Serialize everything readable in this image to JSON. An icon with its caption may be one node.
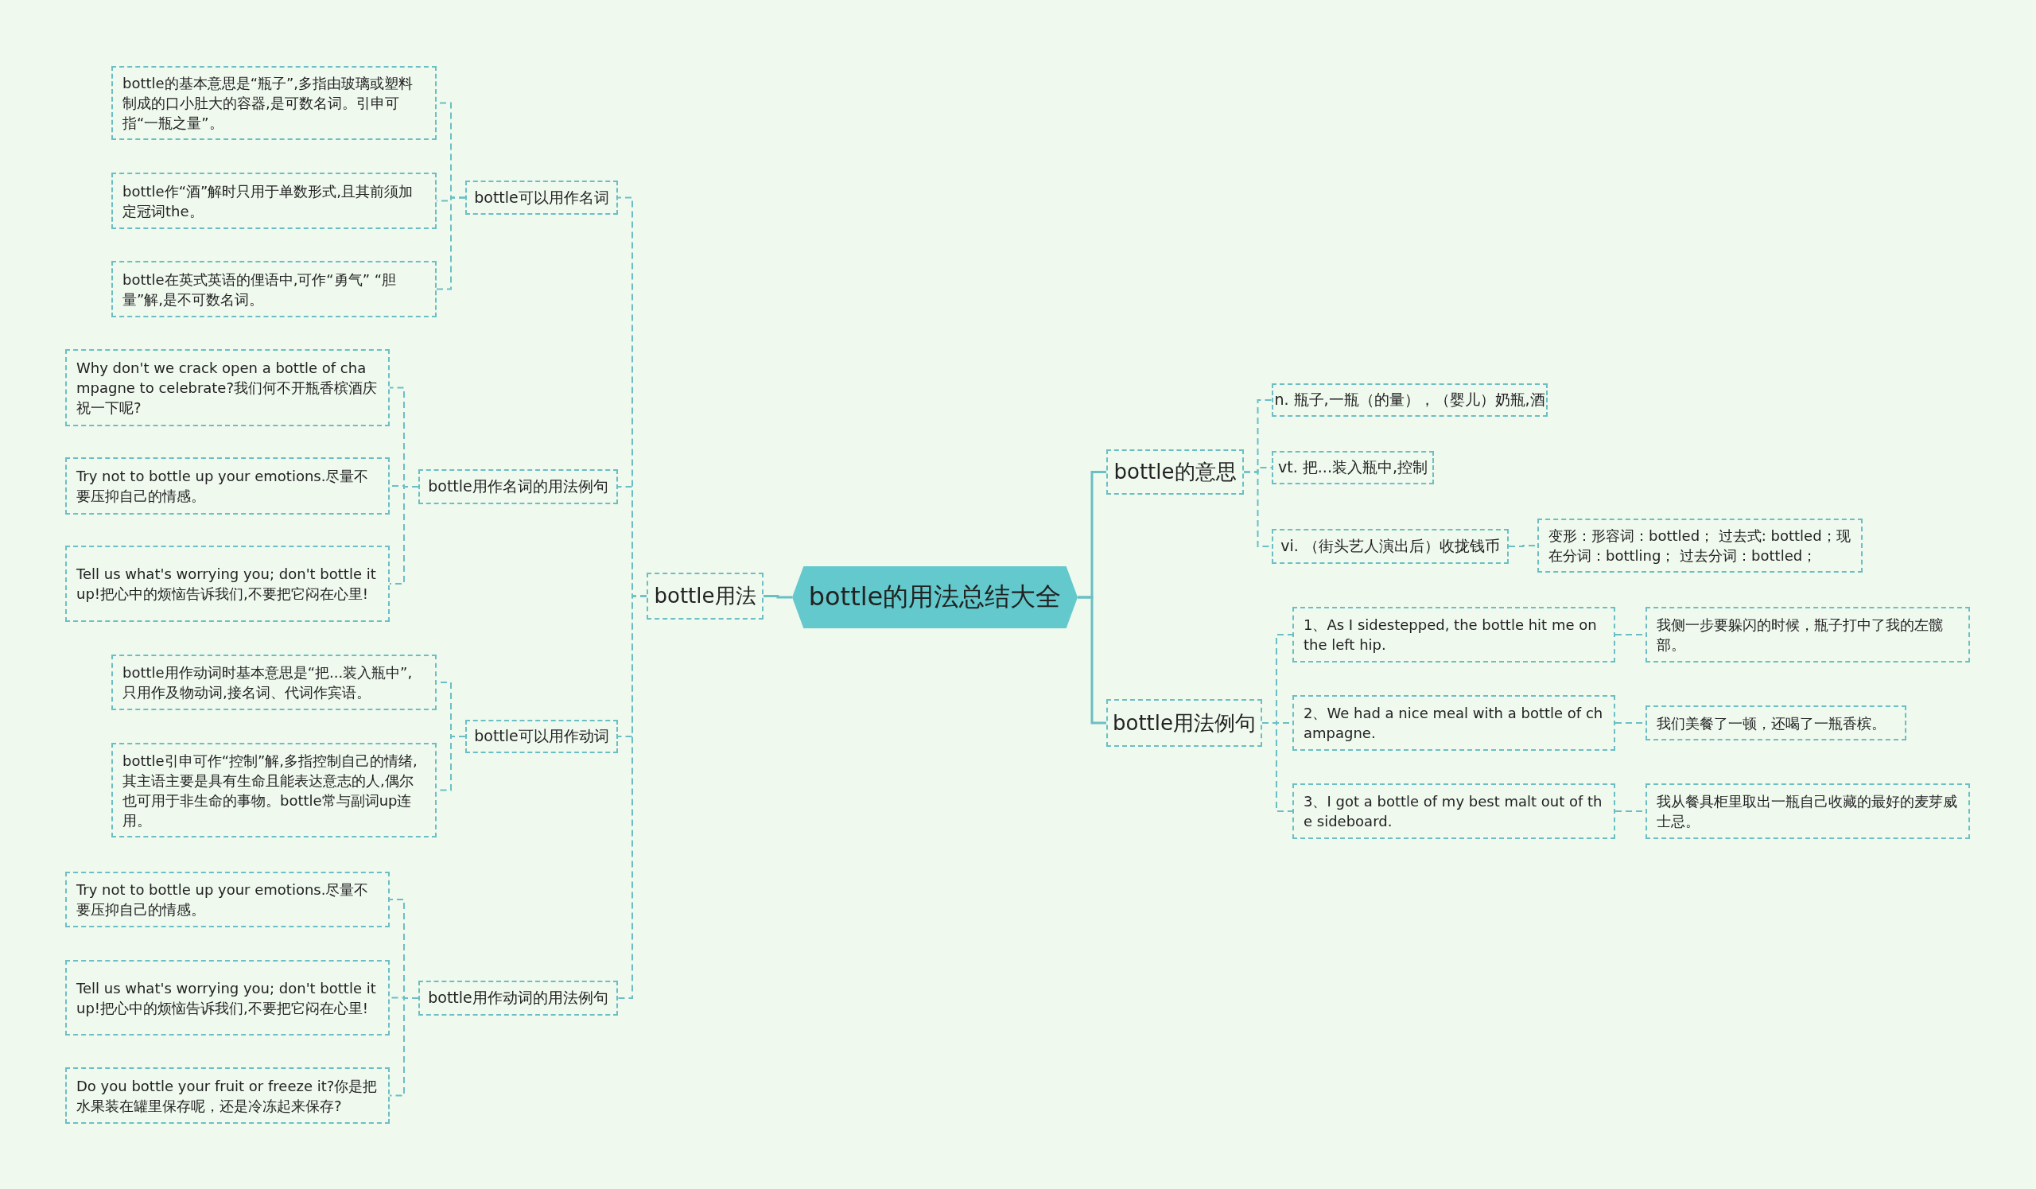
{
  "diagram": {
    "nodes": [
      {
        "text": [
          "bottle的用法总结大全"
        ]
      },
      {
        "text": [
          "bottle用法"
        ]
      },
      {
        "text": [
          "bottle可以用作名词"
        ]
      },
      {
        "text": [
          "bottle的基本意思是“瓶子”,多指由玻璃或塑料制成的口小肚大的容器,是可数名词。引申可指“一瓶之量”。"
        ]
      },
      {
        "text": [
          "bottle作“酒”解时只用于单数形式,且其前须加定冠词the。"
        ]
      },
      {
        "text": [
          "bottle在英式英语的俚语中,可作“勇气” “胆量”解,是不可数名词。"
        ]
      },
      {
        "text": [
          "bottle用作名词的用法例句"
        ]
      },
      {
        "text": [
          "Why don't we crack open a bottle of champagne to celebrate?我们何不开瓶香槟酒庆祝一下呢?"
        ]
      },
      {
        "text": [
          "Try not to bottle up your emotions.尽量不要压抑自己的情感。"
        ]
      },
      {
        "text": [
          "Tell us what's worrying you; don't bottle it up!把心中的烦恼告诉我们,不要把它闷在心里!"
        ]
      },
      {
        "text": [
          "bottle可以用作动词"
        ]
      },
      {
        "text": [
          "bottle用作动词时基本意思是“把...装入瓶中”,只用作及物动词,接名词、代词作宾语。"
        ]
      },
      {
        "text": [
          "bottle引申可作“控制”解,多指控制自己的情绪,其主语主要是具有生命且能表达意志的人,偶尔也可用于非生命的事物。bottle常与副词up连用。"
        ]
      },
      {
        "text": [
          "bottle用作动词的用法例句"
        ]
      },
      {
        "text": [
          "Try not to bottle up your emotions.尽量不要压抑自己的情感。"
        ]
      },
      {
        "text": [
          "Tell us what's worrying you; don't bottle it up!把心中的烦恼告诉我们,不要把它闷在心里!"
        ]
      },
      {
        "text": [
          "Do you bottle your fruit or freeze it?你是把水果装在罐里保存呢，还是冷冻起来保存?"
        ]
      },
      {
        "text": [
          "bottle的意思"
        ]
      },
      {
        "text": [
          "n. 瓶子,一瓶（的量），（婴儿）奶瓶,酒"
        ]
      },
      {
        "text": [
          "vt. 把...装入瓶中,控制"
        ]
      },
      {
        "text": [
          "vi. （街头艺人演出后）收拢钱币"
        ]
      },
      {
        "text": [
          "变形：形容词：bottled； 过去式: bottled；现在分词：bottling； 过去分词：bottled；"
        ]
      },
      {
        "text": [
          "bottle用法例句"
        ]
      },
      {
        "text": [
          "1、As I sidestepped, the bottle hit me on the left hip."
        ]
      },
      {
        "text": [
          "我侧一步要躲闪的时候，瓶子打中了我的左髋部。"
        ]
      },
      {
        "text": [
          "2、We had a nice meal with a bottle of champagne."
        ]
      },
      {
        "text": [
          "我们美餐了一顿，还喝了一瓶香槟。"
        ]
      },
      {
        "text": [
          "3、I got a bottle of my best malt out of the sideboard."
        ]
      },
      {
        "text": [
          "我从餐具柜里取出一瓶自己收藏的最好的麦芽威士忌。"
        ]
      }
    ],
    "edges": [
      {
        "from": 0,
        "to": 1,
        "arrow": "none"
      },
      {
        "from": 1,
        "to": 2,
        "arrow": "none",
        "style": "dashed"
      },
      {
        "from": 1,
        "to": 6,
        "arrow": "none",
        "style": "dashed"
      },
      {
        "from": 1,
        "to": 10,
        "arrow": "none",
        "style": "dashed"
      },
      {
        "from": 1,
        "to": 13,
        "arrow": "none",
        "style": "dashed"
      },
      {
        "from": 2,
        "to": 3,
        "arrow": "none",
        "style": "dashed"
      },
      {
        "from": 2,
        "to": 4,
        "arrow": "none",
        "style": "dashed"
      },
      {
        "from": 2,
        "to": 5,
        "arrow": "none",
        "style": "dashed"
      },
      {
        "from": 6,
        "to": 7,
        "arrow": "none",
        "style": "dashed"
      },
      {
        "from": 6,
        "to": 8,
        "arrow": "none",
        "style": "dashed"
      },
      {
        "from": 6,
        "to": 9,
        "arrow": "none",
        "style": "dashed"
      },
      {
        "from": 10,
        "to": 11,
        "arrow": "none",
        "style": "dashed"
      },
      {
        "from": 10,
        "to": 12,
        "arrow": "none",
        "style": "dashed"
      },
      {
        "from": 13,
        "to": 14,
        "arrow": "none",
        "style": "dashed"
      },
      {
        "from": 13,
        "to": 15,
        "arrow": "none",
        "style": "dashed"
      },
      {
        "from": 13,
        "to": 16,
        "arrow": "none",
        "style": "dashed"
      },
      {
        "from": 0,
        "to": 17,
        "arrow": "none"
      },
      {
        "from": 0,
        "to": 22,
        "arrow": "none"
      },
      {
        "from": 17,
        "to": 18,
        "arrow": "none",
        "style": "dashed"
      },
      {
        "from": 17,
        "to": 19,
        "arrow": "none",
        "style": "dashed"
      },
      {
        "from": 17,
        "to": 20,
        "arrow": "none",
        "style": "dashed"
      },
      {
        "from": 20,
        "to": 21,
        "arrow": "none",
        "style": "dashed"
      },
      {
        "from": 22,
        "to": 23,
        "arrow": "none",
        "style": "dashed"
      },
      {
        "from": 22,
        "to": 25,
        "arrow": "none",
        "style": "dashed"
      },
      {
        "from": 22,
        "to": 27,
        "arrow": "none",
        "style": "dashed"
      },
      {
        "from": 23,
        "to": 24,
        "arrow": "none",
        "style": "dashed"
      },
      {
        "from": 25,
        "to": 26,
        "arrow": "none",
        "style": "dashed"
      },
      {
        "from": 27,
        "to": 28,
        "arrow": "none",
        "style": "dashed"
      }
    ]
  }
}
